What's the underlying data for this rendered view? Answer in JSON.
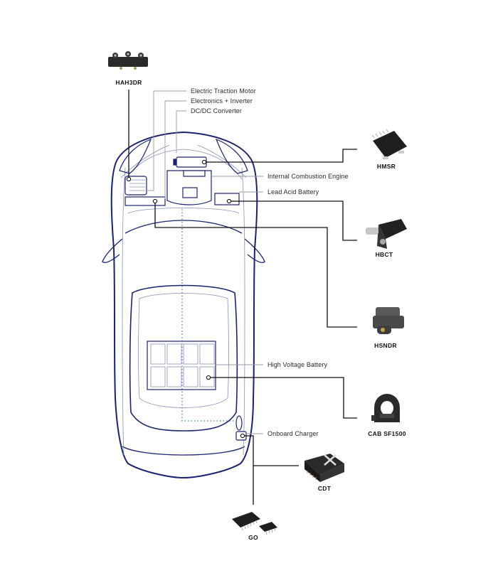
{
  "colors": {
    "car_outline": "#1a2370",
    "car_detail": "#8a8fb8",
    "leader_line": "#9a9aa8",
    "connector_line": "#111111",
    "hv_dotted": "#3a86c8",
    "product_dark": "#2b2b2b"
  },
  "components": [
    {
      "id": "electric-traction-motor",
      "label": "Electric Traction Motor"
    },
    {
      "id": "electronics-inverter",
      "label": "Electronics + Inverter"
    },
    {
      "id": "dc-dc-converter",
      "label": "DC/DC Converter"
    },
    {
      "id": "internal-combustion-engine",
      "label": "Internal Combustion Engine"
    },
    {
      "id": "lead-acid-battery",
      "label": "Lead Acid Battery"
    },
    {
      "id": "high-voltage-battery",
      "label": "High Voltage Battery"
    },
    {
      "id": "onboard-charger",
      "label": "Onboard Charger"
    }
  ],
  "products": [
    {
      "id": "hah3dr",
      "name": "HAH3DR",
      "icon": "busbar-sensor-icon"
    },
    {
      "id": "hmsr",
      "name": "HMSR",
      "icon": "ic-chip-icon"
    },
    {
      "id": "hbct",
      "name": "HBCT",
      "icon": "battery-clamp-sensor-icon"
    },
    {
      "id": "hsndr",
      "name": "HSNDR",
      "icon": "housing-sensor-icon"
    },
    {
      "id": "cab-sf1500",
      "name": "CAB SF1500",
      "icon": "ring-sensor-icon"
    },
    {
      "id": "cdt",
      "name": "CDT",
      "icon": "pcb-module-icon"
    },
    {
      "id": "go",
      "name": "GO",
      "icon": "soic-chips-icon"
    }
  ]
}
